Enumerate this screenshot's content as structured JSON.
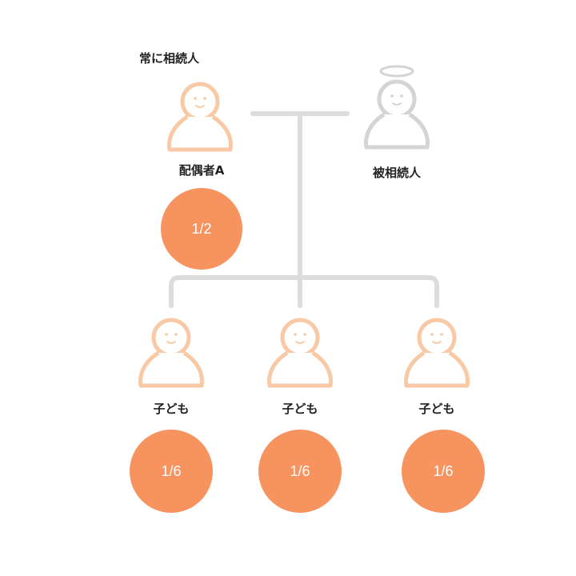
{
  "note": "常に相続人",
  "spouse": {
    "label": "配偶者A",
    "share": "1/2"
  },
  "deceased": {
    "label": "被相続人"
  },
  "children": [
    {
      "label": "子ども",
      "share": "1/6"
    },
    {
      "label": "子ども",
      "share": "1/6"
    },
    {
      "label": "子ども",
      "share": "1/6"
    }
  ],
  "colors": {
    "heir_outline": "#f9c9a6",
    "share_fill": "#f7935f",
    "deceased_outline": "#d4d4d4",
    "connector": "#dcdcdc"
  }
}
